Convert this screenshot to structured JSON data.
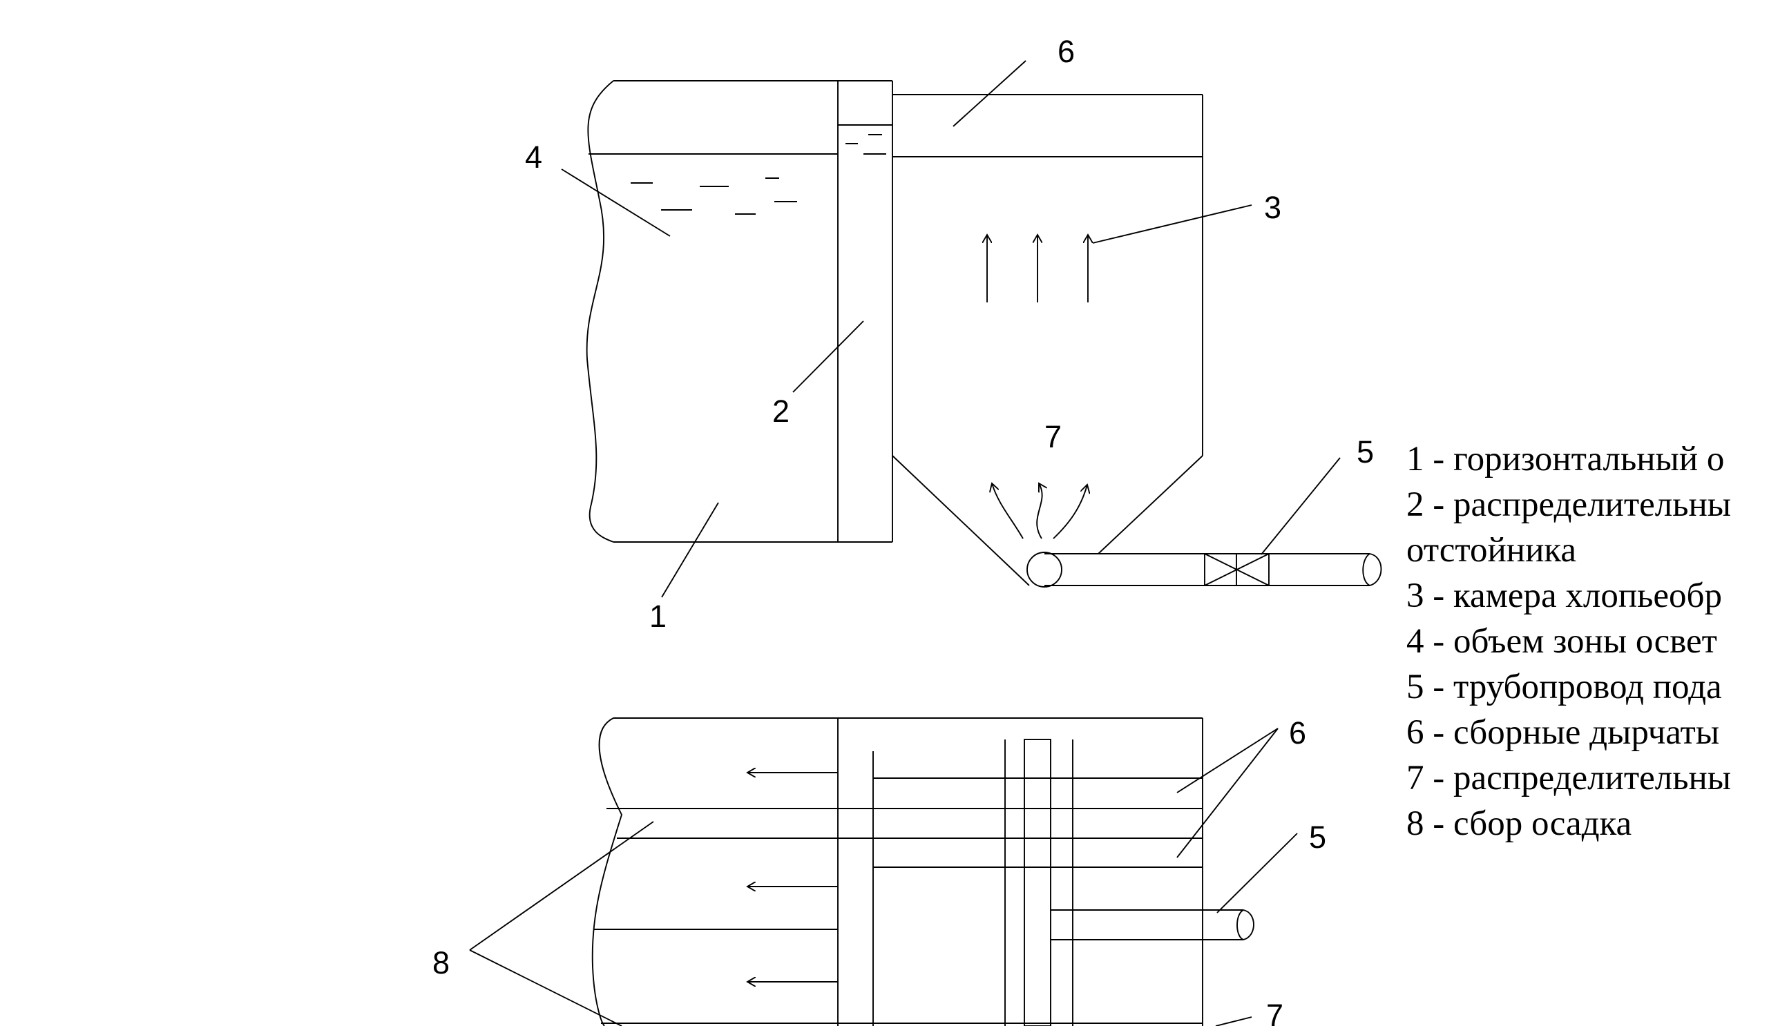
{
  "callouts": {
    "c1": "1",
    "c2": "2",
    "c3": "3",
    "c4": "4",
    "c5_top": "5",
    "c6_top": "6",
    "c7_top": "7",
    "c6_bottom": "6",
    "c5_bottom": "5",
    "c8": "8",
    "c7_bottom": "7"
  },
  "legend": [
    "1 - горизонтальный о",
    "2 - распределительны",
    "отстойника",
    "3 - камера хлопьеобр",
    "4 - объем зоны освет",
    "5 - трубопровод пода",
    "6 - сборные дырчаты",
    "7 - распределительны",
    "8 - сбор осадка"
  ]
}
